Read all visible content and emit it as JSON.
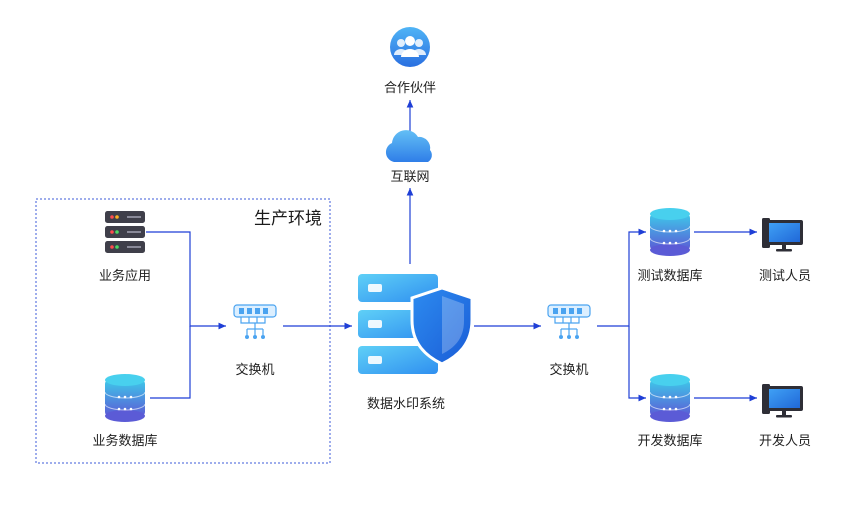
{
  "environment": {
    "label": "生产环境"
  },
  "nodes": {
    "partner": {
      "label": "合作伙伴",
      "icon": "users-icon"
    },
    "internet": {
      "label": "互联网",
      "icon": "cloud-icon"
    },
    "business_app": {
      "label": "业务应用",
      "icon": "server-icon"
    },
    "business_db": {
      "label": "业务数据库",
      "icon": "database-icon"
    },
    "switch_left": {
      "label": "交换机",
      "icon": "network-switch-icon"
    },
    "watermark_system": {
      "label": "数据水印系统",
      "icon": "server-shield-icon"
    },
    "switch_right": {
      "label": "交换机",
      "icon": "network-switch-icon"
    },
    "test_db": {
      "label": "测试数据库",
      "icon": "database-icon"
    },
    "dev_db": {
      "label": "开发数据库",
      "icon": "database-icon"
    },
    "testers": {
      "label": "测试人员",
      "icon": "desktop-computer-icon"
    },
    "developers": {
      "label": "开发人员",
      "icon": "desktop-computer-icon"
    }
  },
  "colors": {
    "connector": "#1f3fd6",
    "env_border": "#3c5bd8",
    "accent_blue": "#2f7ee8",
    "light_blue": "#58c3f6",
    "server_dark": "#3f3f4a"
  }
}
